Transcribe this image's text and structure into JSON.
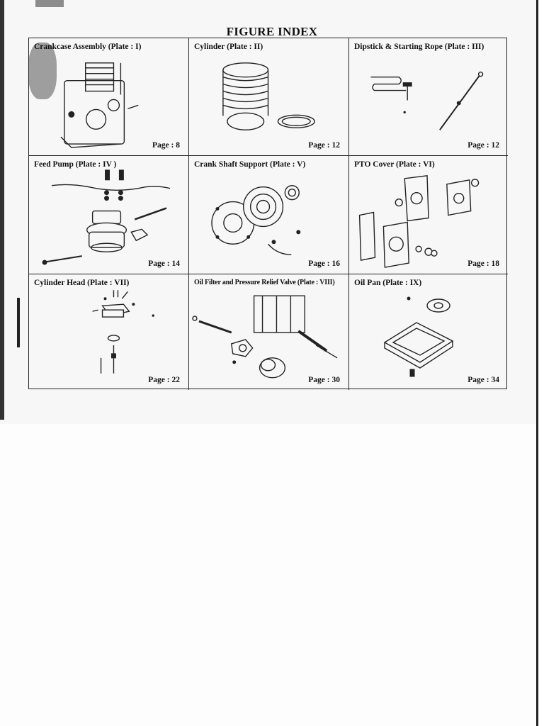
{
  "title": "FIGURE INDEX",
  "plates": [
    {
      "caption": "Crankcase Assembly (Plate : I)",
      "page": "Page : 8",
      "icon": "crankcase-assembly-drawing"
    },
    {
      "caption": "Cylinder  (Plate : II)",
      "page": "Page : 12",
      "icon": "cylinder-drawing"
    },
    {
      "caption": "Dipstick & Starting Rope  (Plate : III)",
      "page": "Page : 12",
      "icon": "dipstick-rope-drawing"
    },
    {
      "caption": "Feed Pump (Plate : IV  )",
      "page": "Page : 14",
      "icon": "feed-pump-drawing"
    },
    {
      "caption": "Crank Shaft Support (Plate : V)",
      "page": "Page : 16",
      "icon": "crank-shaft-support-drawing"
    },
    {
      "caption": "PTO Cover  (Plate : VI)",
      "page": "Page : 18",
      "icon": "pto-cover-drawing"
    },
    {
      "caption": "Cylinder Head     (Plate : VII)",
      "page": "Page : 22",
      "icon": "cylinder-head-drawing"
    },
    {
      "caption": "Oil Filter and Pressure Relief Valve  (Plate : VIII)",
      "page": "Page : 30",
      "icon": "oil-filter-drawing"
    },
    {
      "caption": "Oil Pan (Plate : IX)",
      "page": "Page : 34",
      "icon": "oil-pan-drawing"
    }
  ]
}
